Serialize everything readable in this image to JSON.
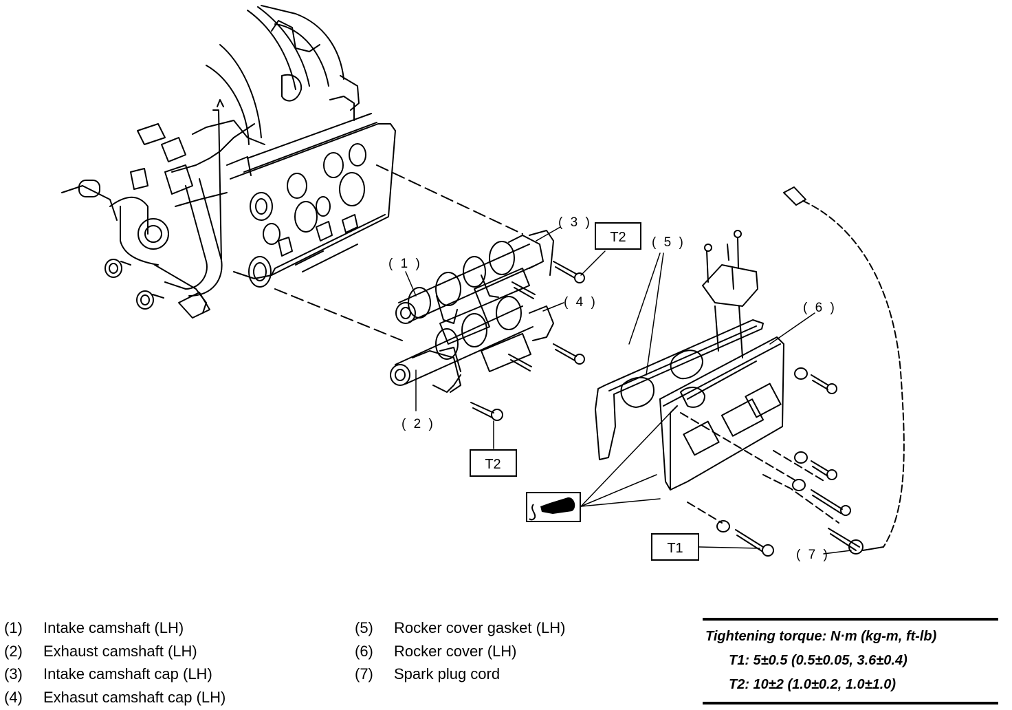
{
  "callouts": {
    "c1": "( 1 )",
    "c2": "( 2 )",
    "c3": "( 3 )",
    "c4": "( 4 )",
    "c5": "( 5 )",
    "c6": "( 6 )",
    "c7": "( 7 )"
  },
  "torque_boxes": {
    "t2_upper": "T2",
    "t2_lower": "T2",
    "t1": "T1"
  },
  "legend": {
    "left": [
      {
        "num": "(1)",
        "text": "Intake camshaft (LH)"
      },
      {
        "num": "(2)",
        "text": "Exhaust camshaft (LH)"
      },
      {
        "num": "(3)",
        "text": "Intake camshaft cap (LH)"
      },
      {
        "num": "(4)",
        "text": "Exhasut camshaft cap (LH)"
      }
    ],
    "right": [
      {
        "num": "(5)",
        "text": "Rocker cover gasket (LH)"
      },
      {
        "num": "(6)",
        "text": "Rocker cover (LH)"
      },
      {
        "num": "(7)",
        "text": "Spark plug cord"
      }
    ]
  },
  "torque_spec": {
    "title": "Tightening torque: N·m (kg-m, ft-lb)",
    "t1": "T1: 5±0.5 (0.5±0.05, 3.6±0.4)",
    "t2": "T2: 10±2 (1.0±0.2, 1.0±1.0)"
  },
  "icons": {
    "sealant": "sealant-tube-icon"
  }
}
